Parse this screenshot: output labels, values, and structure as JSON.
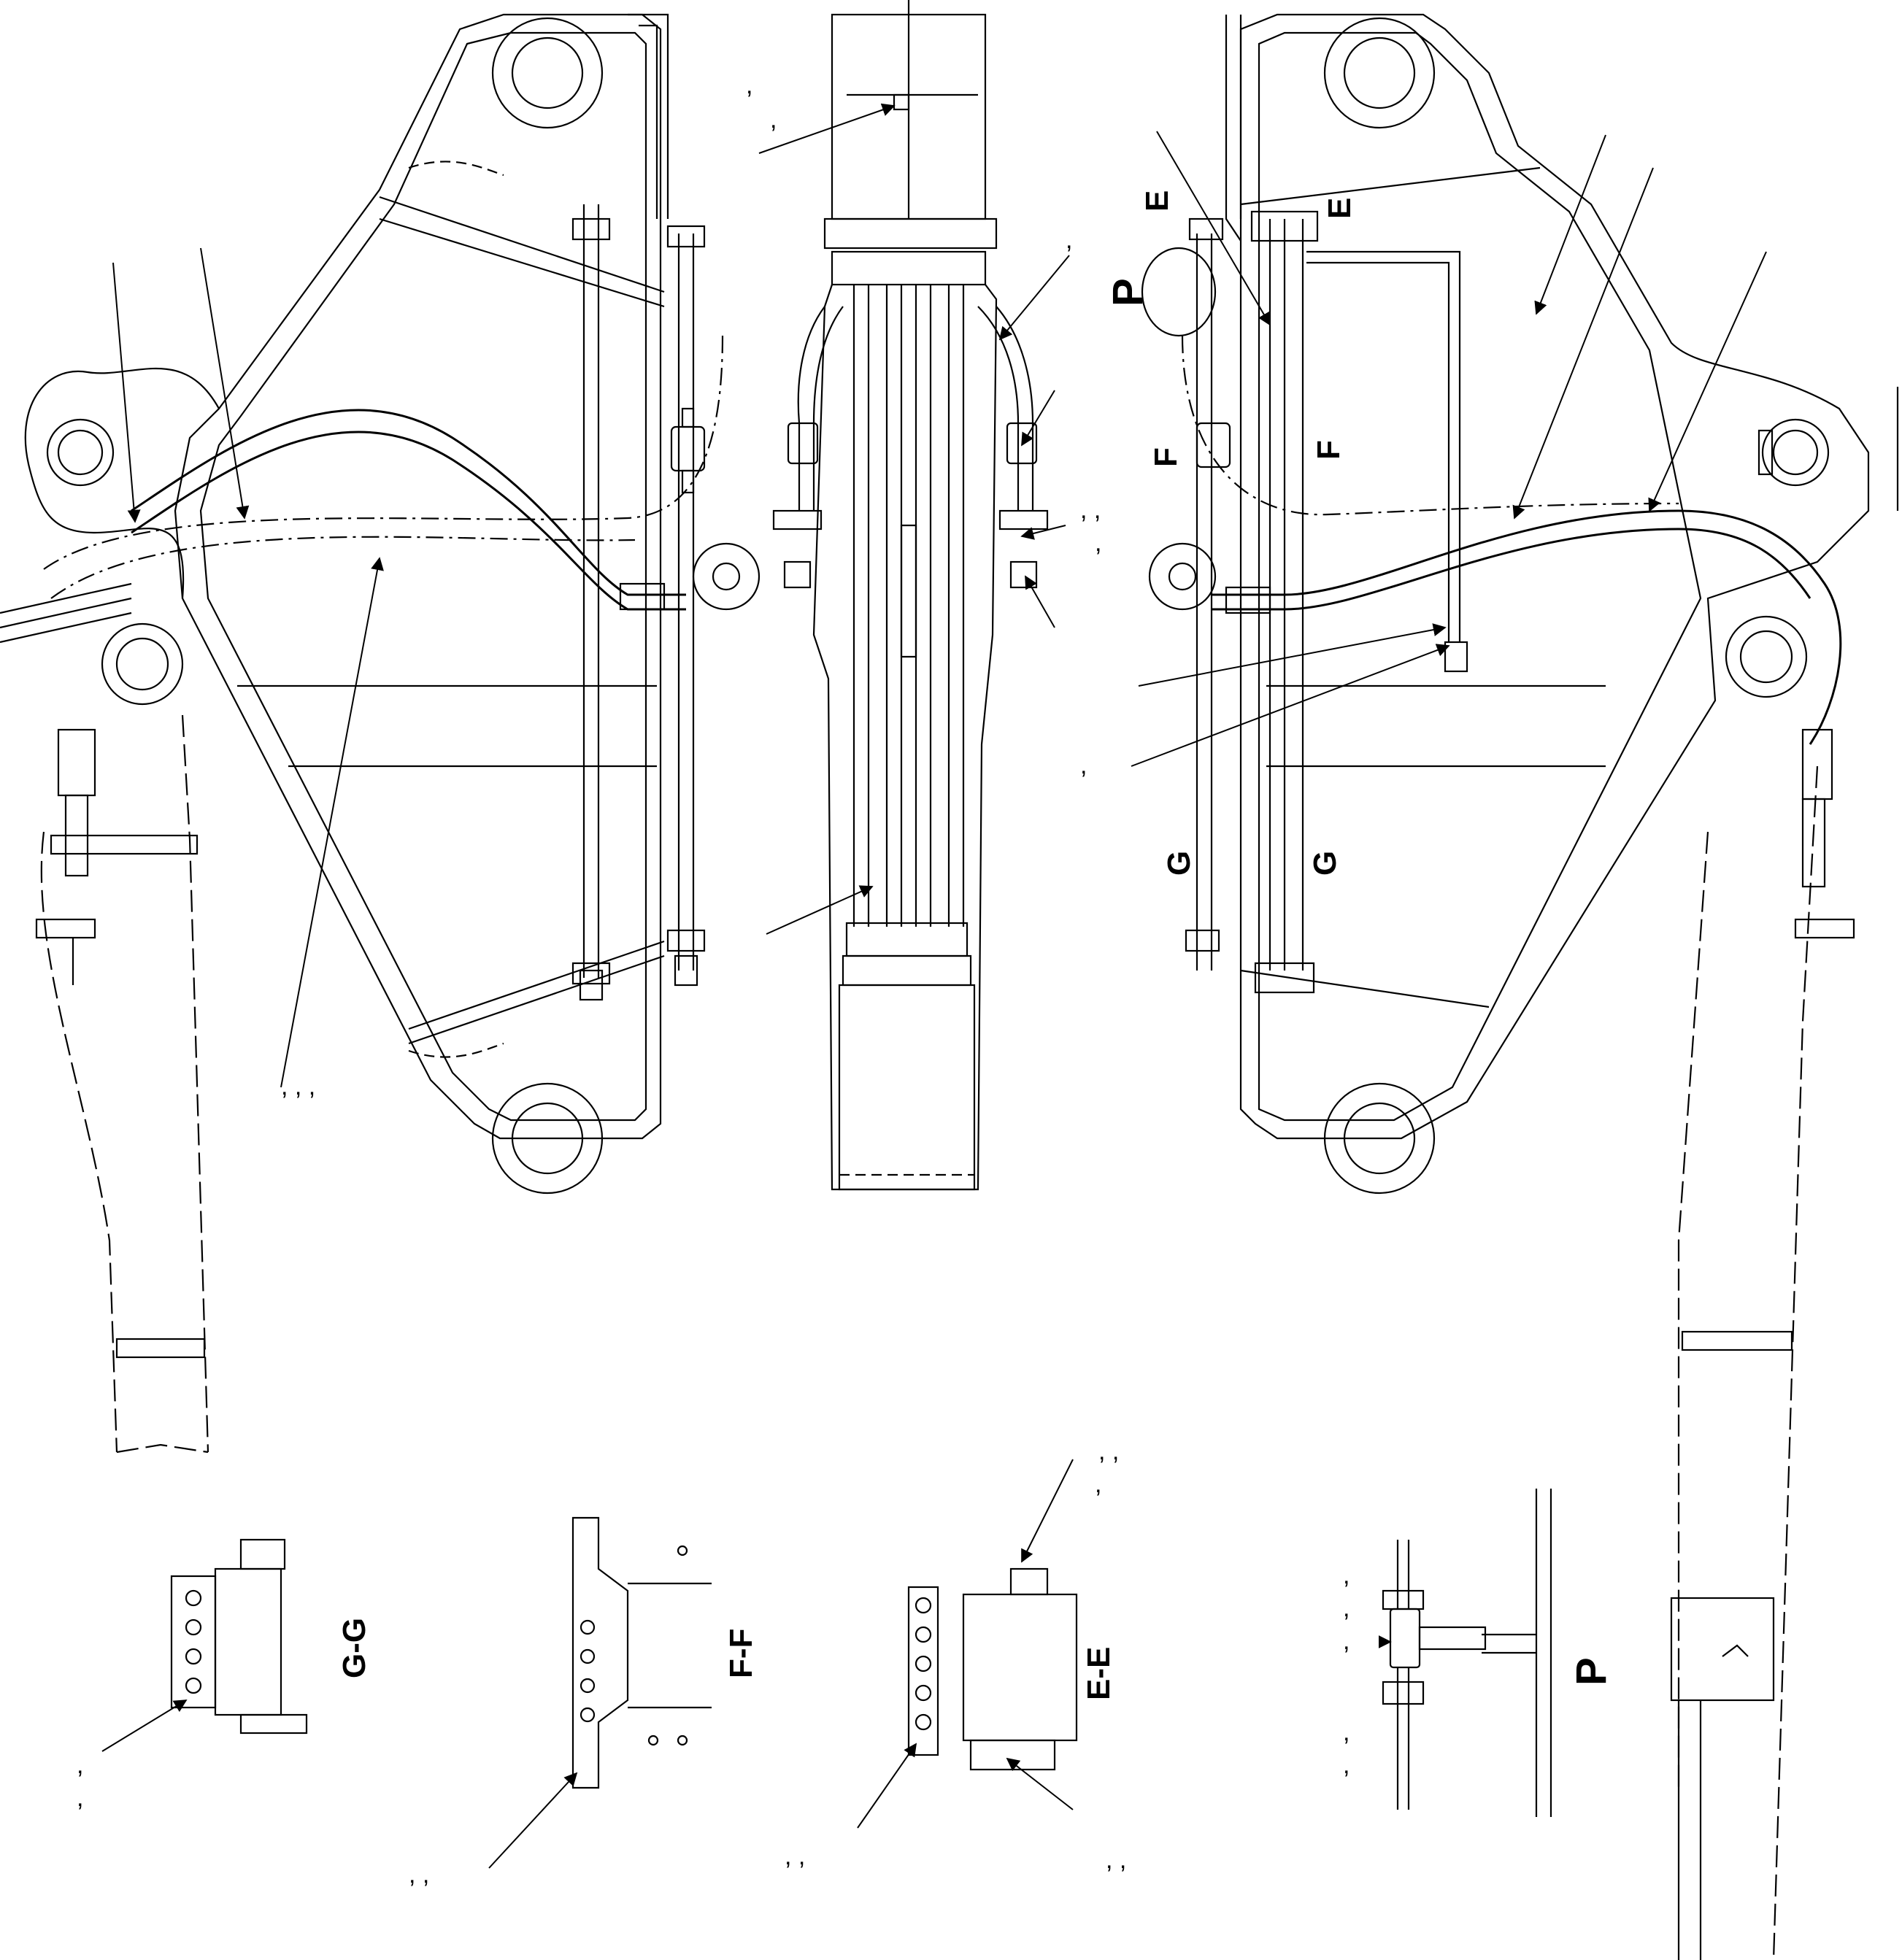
{
  "sections": {
    "e_marker": "E",
    "f_marker": "F",
    "g_marker": "G",
    "p_marker": "P",
    "view_gg": "G-G",
    "view_ff": "F-F",
    "view_ee": "E-E",
    "view_p": "P"
  },
  "callouts": {
    "c1": ",",
    "c2": ",",
    "c3": ",",
    "c4": ", ,",
    "c5": ",",
    "c6": ",",
    "c7": ", , ,",
    "c8": ", ,",
    "c9": ",",
    "c10": ",",
    "c11": ", ,",
    "c12": ", ,",
    "c13": ", ,",
    "c14": ",",
    "c15": ",",
    "c16": ",",
    "c17": ",",
    "c18": ",",
    "c19": ","
  }
}
